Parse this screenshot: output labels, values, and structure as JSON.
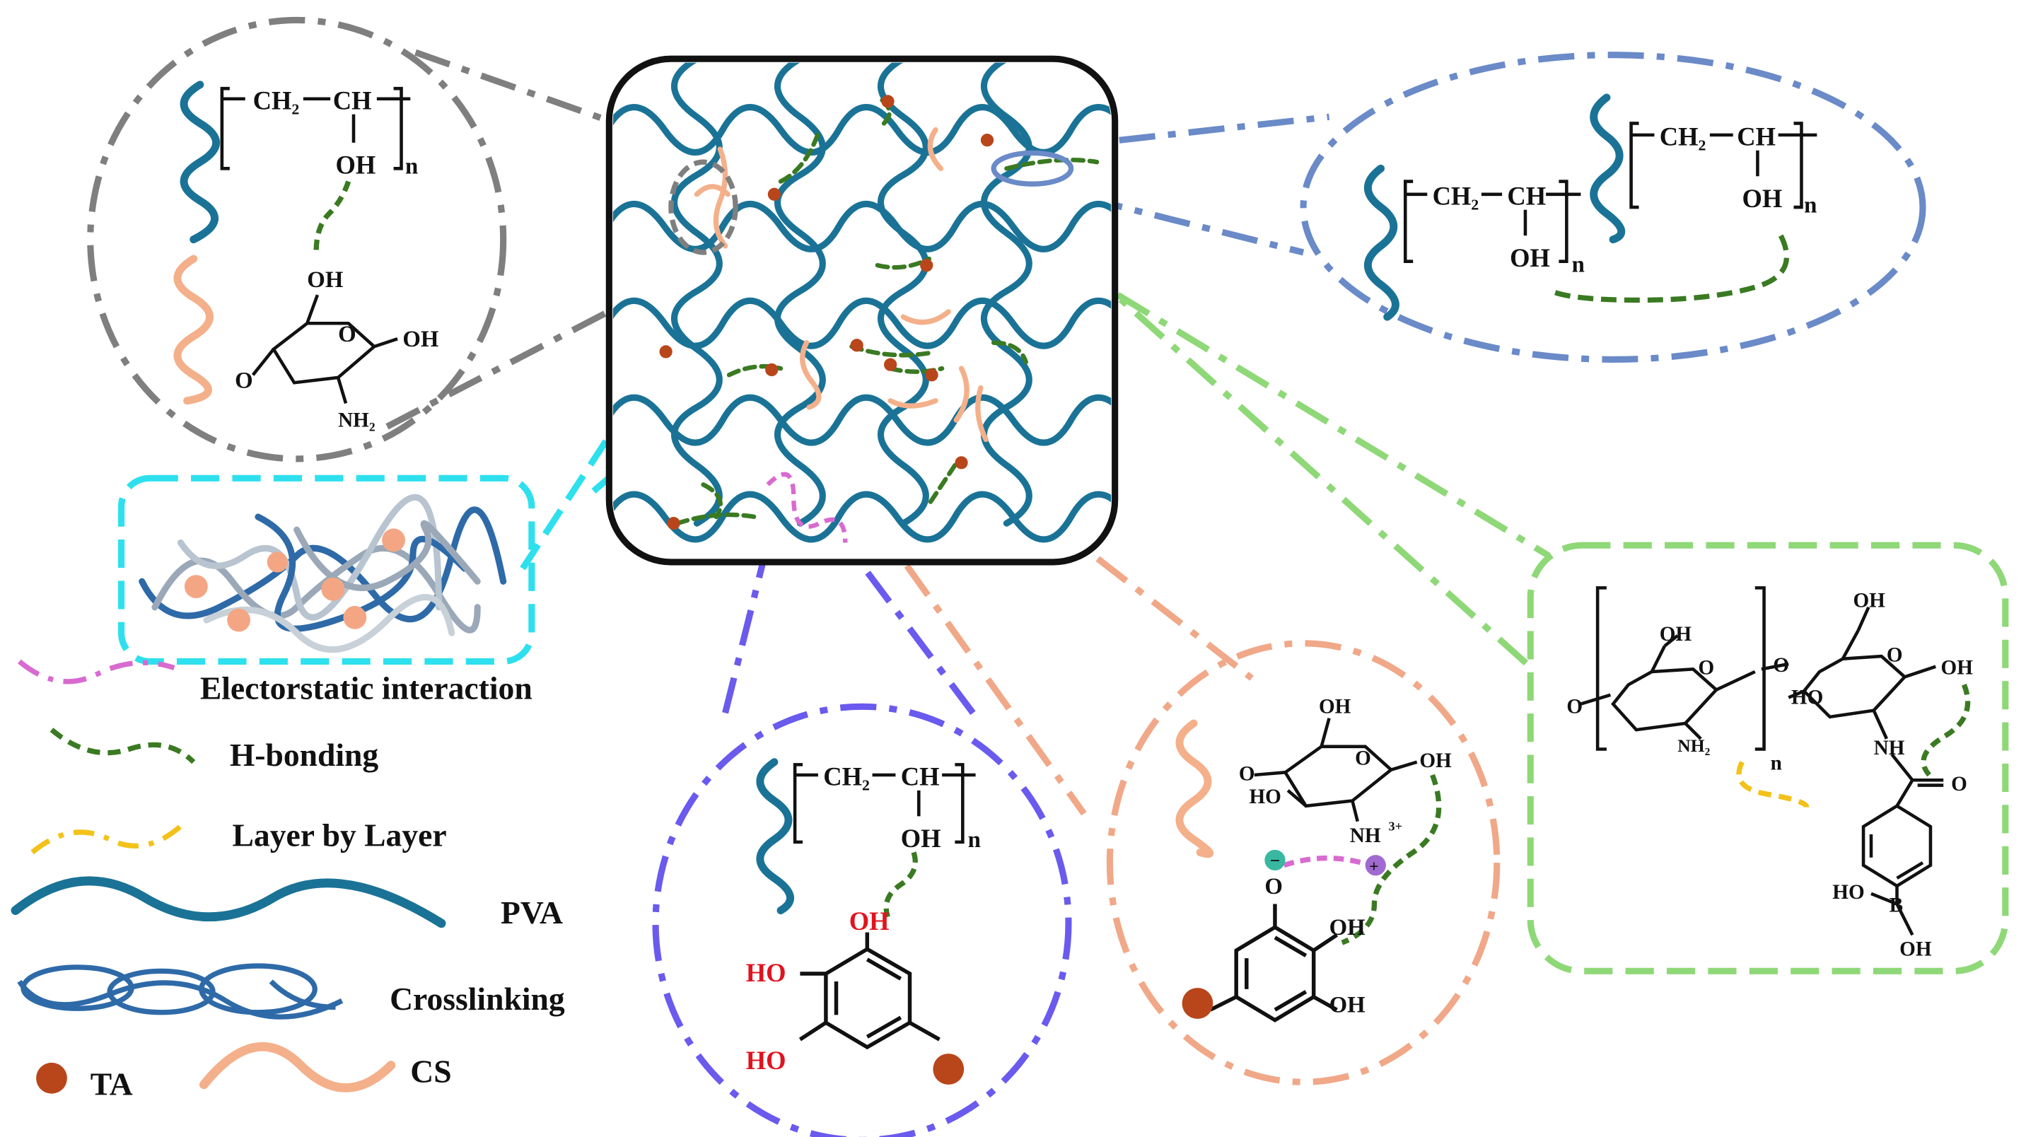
{
  "legend": {
    "electrostatic": "Electorstatic interaction",
    "hbonding": "H-bonding",
    "lbl": "Layer by Layer",
    "pva": "PVA",
    "crosslinking": "Crosslinking",
    "ta": "TA",
    "cs": "CS"
  },
  "chem": {
    "ch2": "CH₂",
    "ch": "CH",
    "oh": "OH",
    "n": "n",
    "o": "O",
    "nh2": "NH₂",
    "nh": "NH",
    "nh3": "NH",
    "charge3": "3+",
    "ho": "HO",
    "b": "B",
    "minus": "−",
    "plus": "+",
    "o_minus": "O"
  },
  "colors": {
    "pva": "#1a7396",
    "cs": "#f4b08a",
    "ta": "#b8461a",
    "hbond": "#3a7a22",
    "electrostatic": "#d86ad0",
    "lbl": "#f3c21a",
    "zoom_gray": "#7f7f7f",
    "zoom_blue": "#6a8ac8",
    "zoom_green": "#8fd878",
    "zoom_cyan": "#2ee0ee",
    "zoom_purple": "#6a5aee",
    "zoom_orange": "#f0a888",
    "red_text": "#e0141e"
  }
}
